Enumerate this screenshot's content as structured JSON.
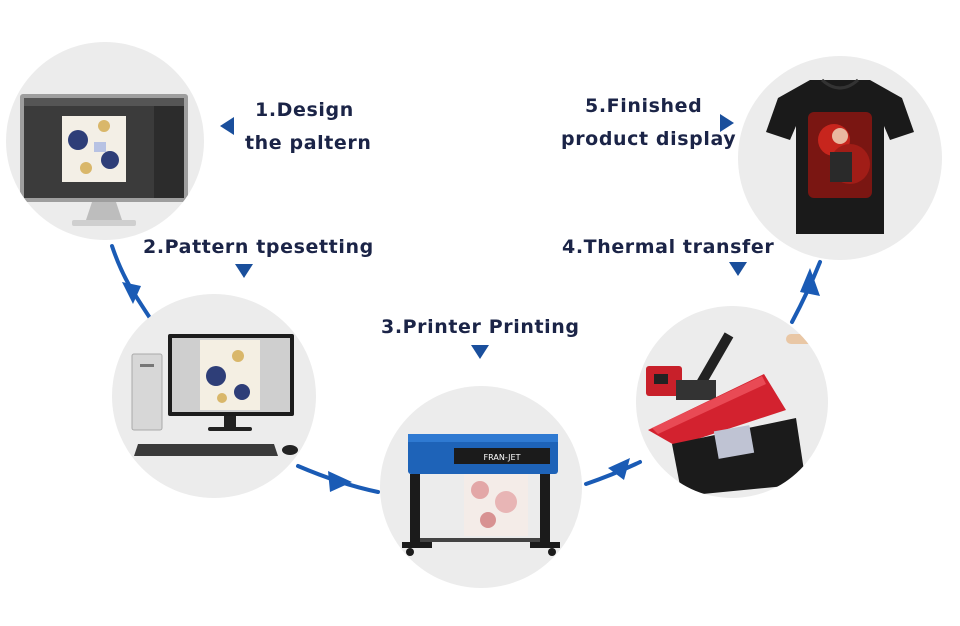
{
  "steps": [
    {
      "line1": "1.Design",
      "line2": "the paltern"
    },
    {
      "line1": "2.Pattern tpesetting"
    },
    {
      "line1": "3.Printer Printing"
    },
    {
      "line1": "4.Thermal transfer"
    },
    {
      "line1": "5.Finished",
      "line2": "product display"
    }
  ],
  "printer_brand": "FRAN-JET",
  "colors": {
    "arrow": "#1a4f9c",
    "text": "#1b2447",
    "circle": "#ececec"
  }
}
